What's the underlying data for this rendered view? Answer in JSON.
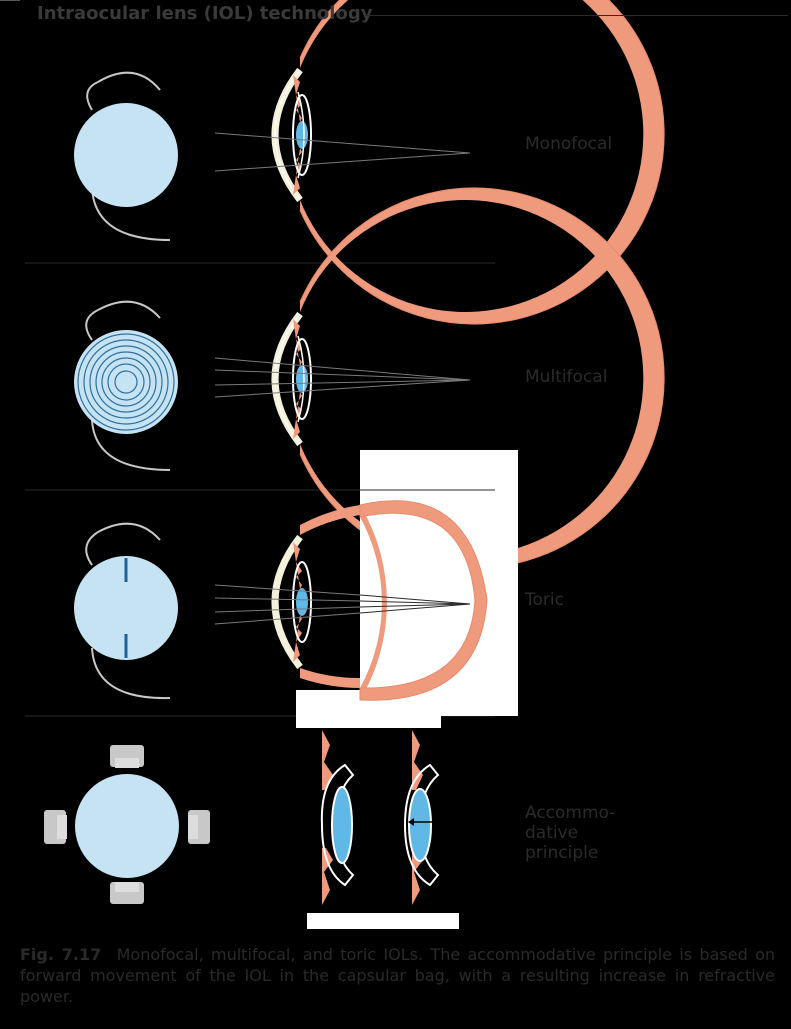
{
  "heading": "Intraocular lens (IOL) technology",
  "rows": [
    {
      "label_lines": [
        "Monofocal"
      ]
    },
    {
      "label_lines": [
        "Multifocal"
      ]
    },
    {
      "label_lines": [
        "Toric"
      ]
    },
    {
      "label_lines": [
        "Accommo-",
        "dative",
        "principle"
      ]
    }
  ],
  "caption": {
    "figure_number": "Fig. 7.17",
    "text": "Monofocal, multifocal, and toric IOLs. The accommodative principle is based on forward movement of the IOL in the capsular bag, with a resulting increase in refractive power."
  },
  "colors": {
    "background": "#000000",
    "lens_fill": "#c6e3f3",
    "lens_ring": "#2f6f9e",
    "toric_mark": "#1f5fa0",
    "sclera": "#ef9a7c",
    "cornea": "#f3f0dc",
    "inner_lens": "#5fb8e6",
    "haptic_gray": "#c8c8c8",
    "blank_panel": "#ffffff"
  }
}
